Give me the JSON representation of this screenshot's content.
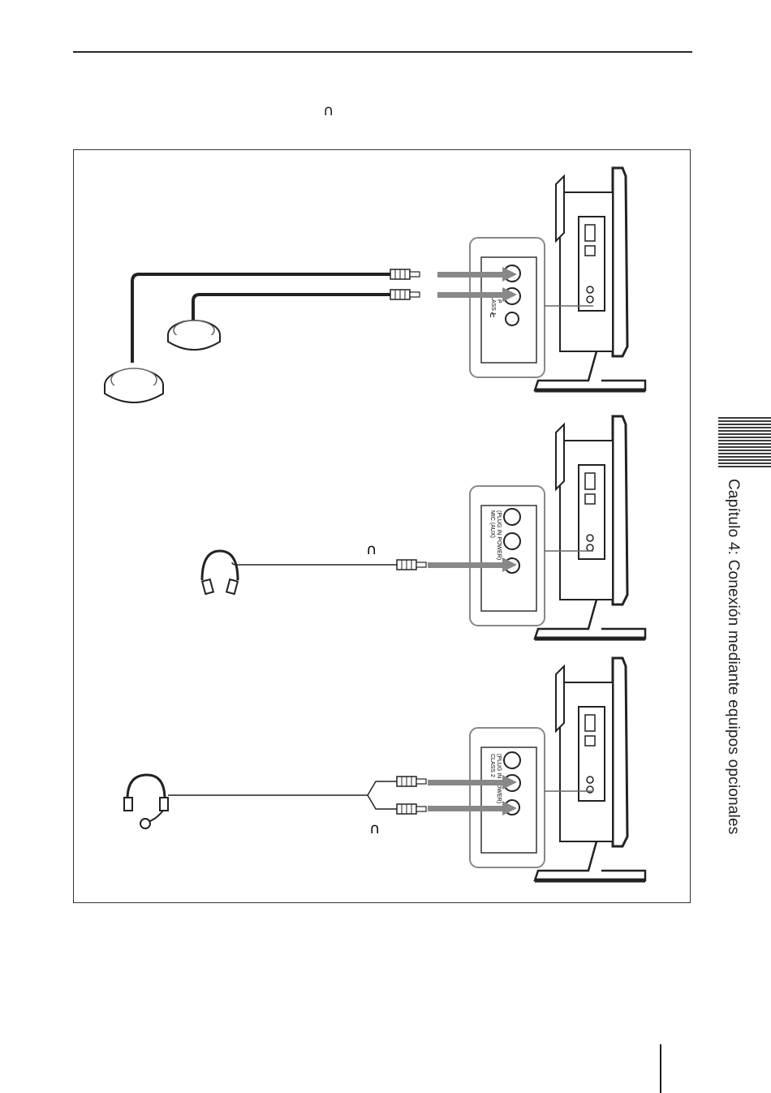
{
  "page": {
    "headphone_symbol": "∩",
    "side_tab_label": "Capítulo 4: Conexión mediante equipos opcionales"
  },
  "figure": {
    "panel_1": {
      "jack_label": "CLASS IN INP",
      "jack_text_top": "CLASS 1",
      "jack_text_bottom": "IN P"
    },
    "panel_2": {
      "headphone_symbol": "∩",
      "jack_text_top": "MIC (AUX)",
      "jack_text_bottom": "(PLUG IN POWER)"
    },
    "panel_3": {
      "headphone_symbol": "∩",
      "jack_text_top": "CLASS 2",
      "jack_text_bottom": "(PLUG IN POWER)"
    }
  }
}
